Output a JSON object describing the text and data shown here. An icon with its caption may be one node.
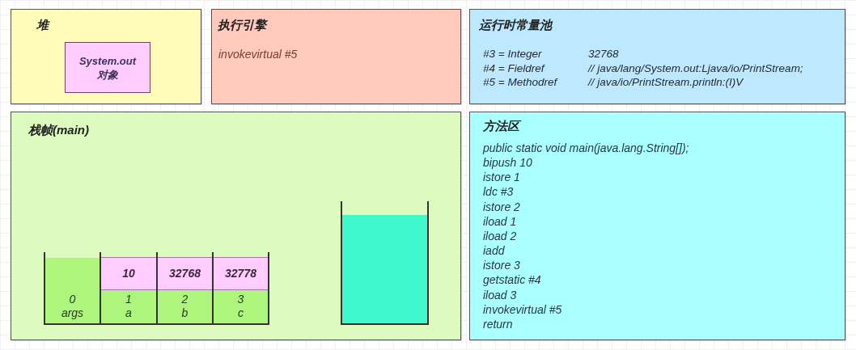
{
  "diagram": {
    "nodes": [
      {
        "text": [
          "堆"
        ]
      },
      {
        "text": [
          "System.out 对象"
        ],
        "in": 0
      },
      {
        "text": [
          "执行引擎",
          "invokevirtual #5"
        ]
      },
      {
        "text": [
          "运行时常量池",
          "#3 = Integer",
          "32768",
          "#4 = Fieldref",
          "// java/lang/System.out:Ljava/io/PrintStream;",
          "#5 = Methodref",
          "// java/io/PrintStream.println:(I)V"
        ]
      },
      {
        "text": [
          "栈帧(main)"
        ]
      },
      {
        "text": [
          "0 args"
        ],
        "in": 4
      },
      {
        "text": [
          "10"
        ],
        "in": 4
      },
      {
        "text": [
          "1 a"
        ],
        "in": 4
      },
      {
        "text": [
          "32768"
        ],
        "in": 4
      },
      {
        "text": [
          "2 b"
        ],
        "in": 4
      },
      {
        "text": [
          "32778"
        ],
        "in": 4
      },
      {
        "text": [
          "3 c"
        ],
        "in": 4
      },
      {
        "text": [],
        "shape": "box",
        "in": 4
      },
      {
        "text": [
          "方法区",
          "public static void main(java.lang.String[]);",
          "bipush 10",
          "istore 1",
          "ldc #3",
          "istore 2",
          "iload 1",
          "iload 2",
          "iadd",
          "istore 3",
          "getstatic #4",
          "iload 3",
          "invokevirtual #5",
          "return"
        ]
      }
    ]
  }
}
